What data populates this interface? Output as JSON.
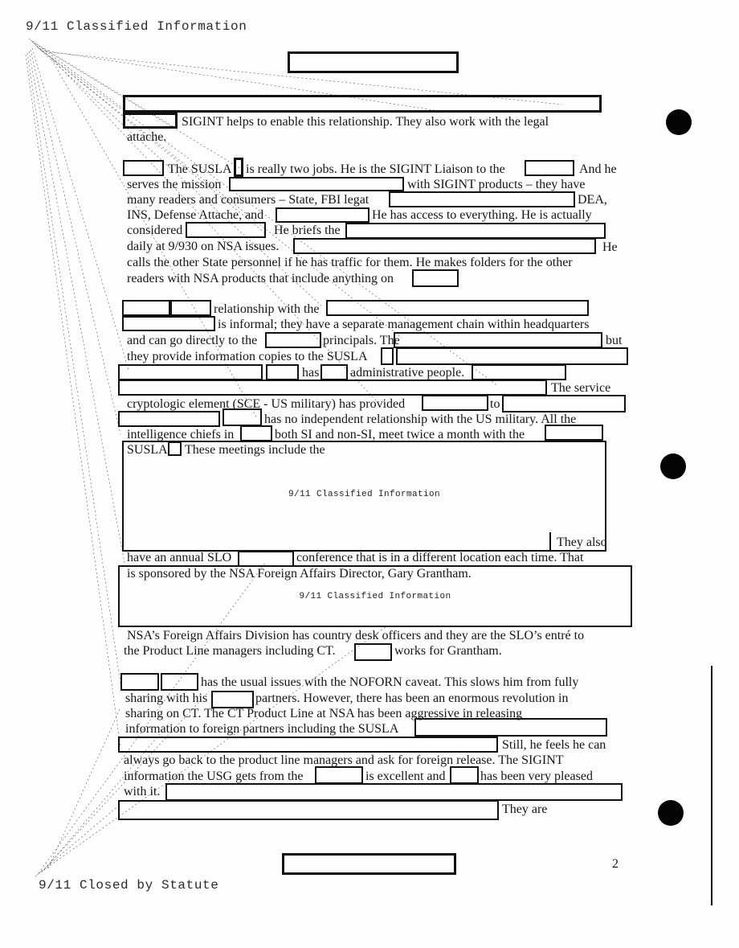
{
  "header": {
    "stamp": "9/11 Classified Information"
  },
  "footer": {
    "stamp": "9/11 Closed by Statute"
  },
  "page_number": "2",
  "redaction_labels": {
    "large_block_1": "9/11 Classified Information",
    "large_block_2": "9/11 Classified Information"
  },
  "paragraph1": {
    "l1": "SIGINT helps to enable this relationship. They also work with the legal",
    "l2": "attache."
  },
  "paragraph2": {
    "l1a": "The SUSLA",
    "l1b": "is really two jobs.  He is the SIGINT Liaison to the",
    "l1c": "And he",
    "l2a": "serves the mission",
    "l2b": "with SIGINT products – they have",
    "l3a": "many readers and consumers – State, FBI legat",
    "l3b": "DEA,",
    "l4a": "INS, Defense Attache, and",
    "l4b": "He has access to everything.  He is actually",
    "l5a": "considered",
    "l5b": "He briefs the",
    "l6a": "daily at 9/930 on NSA issues.",
    "l6b": "He",
    "l7": "calls the other State personnel if he has traffic for them.  He makes folders for the other",
    "l8": "readers with NSA products that include anything on"
  },
  "paragraph3": {
    "l1": "relationship with the",
    "l2": "is informal; they have a separate management chain within headquarters",
    "l3a": "and can go directly to the",
    "l3b": "principals.  The",
    "l3c": "but",
    "l4": "they provide information copies to the SUSLA",
    "l5a": "has",
    "l5b": "administrative people.",
    "l6": "The service",
    "l7a": "cryptologic element (SCE - US military) has provided",
    "l7b": "to",
    "l8": "has no independent relationship with the US military.  All the",
    "l9a": "intelligence chiefs in",
    "l9b": "both SI and non-SI, meet twice a month with the",
    "l10a": "SUSLA",
    "l10b": "These meetings include the",
    "l11": "They also",
    "l12a": "have an annual SLO",
    "l12b": "conference that is in a different location each time.  That",
    "l13": "is sponsored by the NSA Foreign Affairs Director, Gary Grantham."
  },
  "paragraph4": {
    "l1": "NSA’s Foreign Affairs Division has country desk officers and they are the SLO’s entré to",
    "l2a": "the Product Line managers including CT.",
    "l2b": "works for Grantham."
  },
  "paragraph5": {
    "l1": "has the usual issues with the NOFORN caveat.  This slows him from fully",
    "l2a": "sharing with his",
    "l2b": "partners.  However, there has been an enormous revolution in",
    "l3": "sharing on CT.  The CT Product Line at NSA has been aggressive in releasing",
    "l4": "information to foreign partners including the SUSLA",
    "l5": "Still, he feels he can",
    "l6": "always go back to the product line managers and ask for foreign release.  The SIGINT",
    "l7a": "information the USG gets from the",
    "l7b": "is excellent and",
    "l7c": "has been very pleased",
    "l8": "with it.",
    "l9": "They are"
  }
}
